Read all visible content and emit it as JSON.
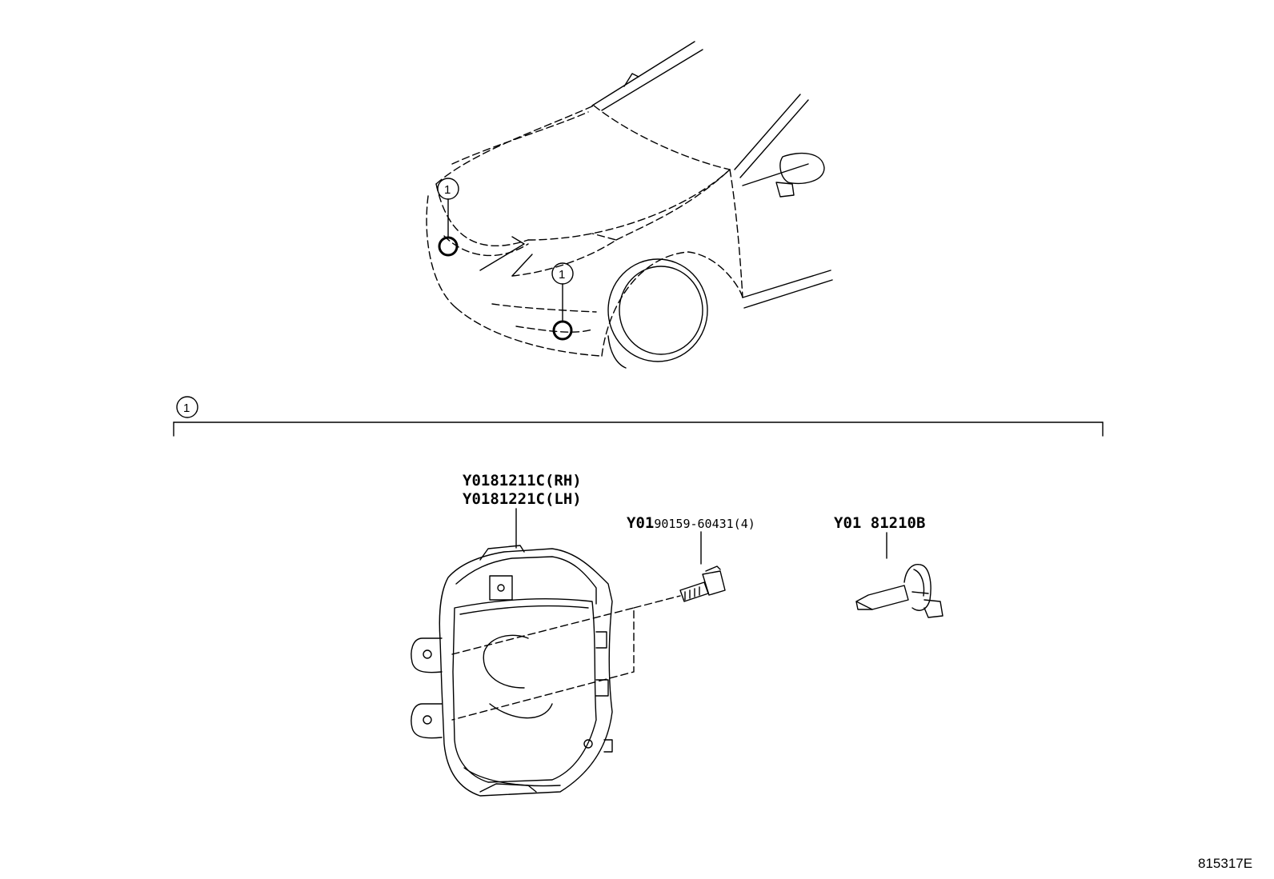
{
  "callouts": {
    "c1": "1",
    "c2": "1",
    "c3": "1"
  },
  "parts": {
    "fog_lamp": {
      "line1": "Y0181211C(RH)",
      "line2": "Y0181221C(LH)"
    },
    "screw": {
      "prefix": "Y01",
      "number": "90159-60431(4)"
    },
    "bulb": {
      "label": "Y01 81210B"
    }
  },
  "drawing_id": "815317E"
}
